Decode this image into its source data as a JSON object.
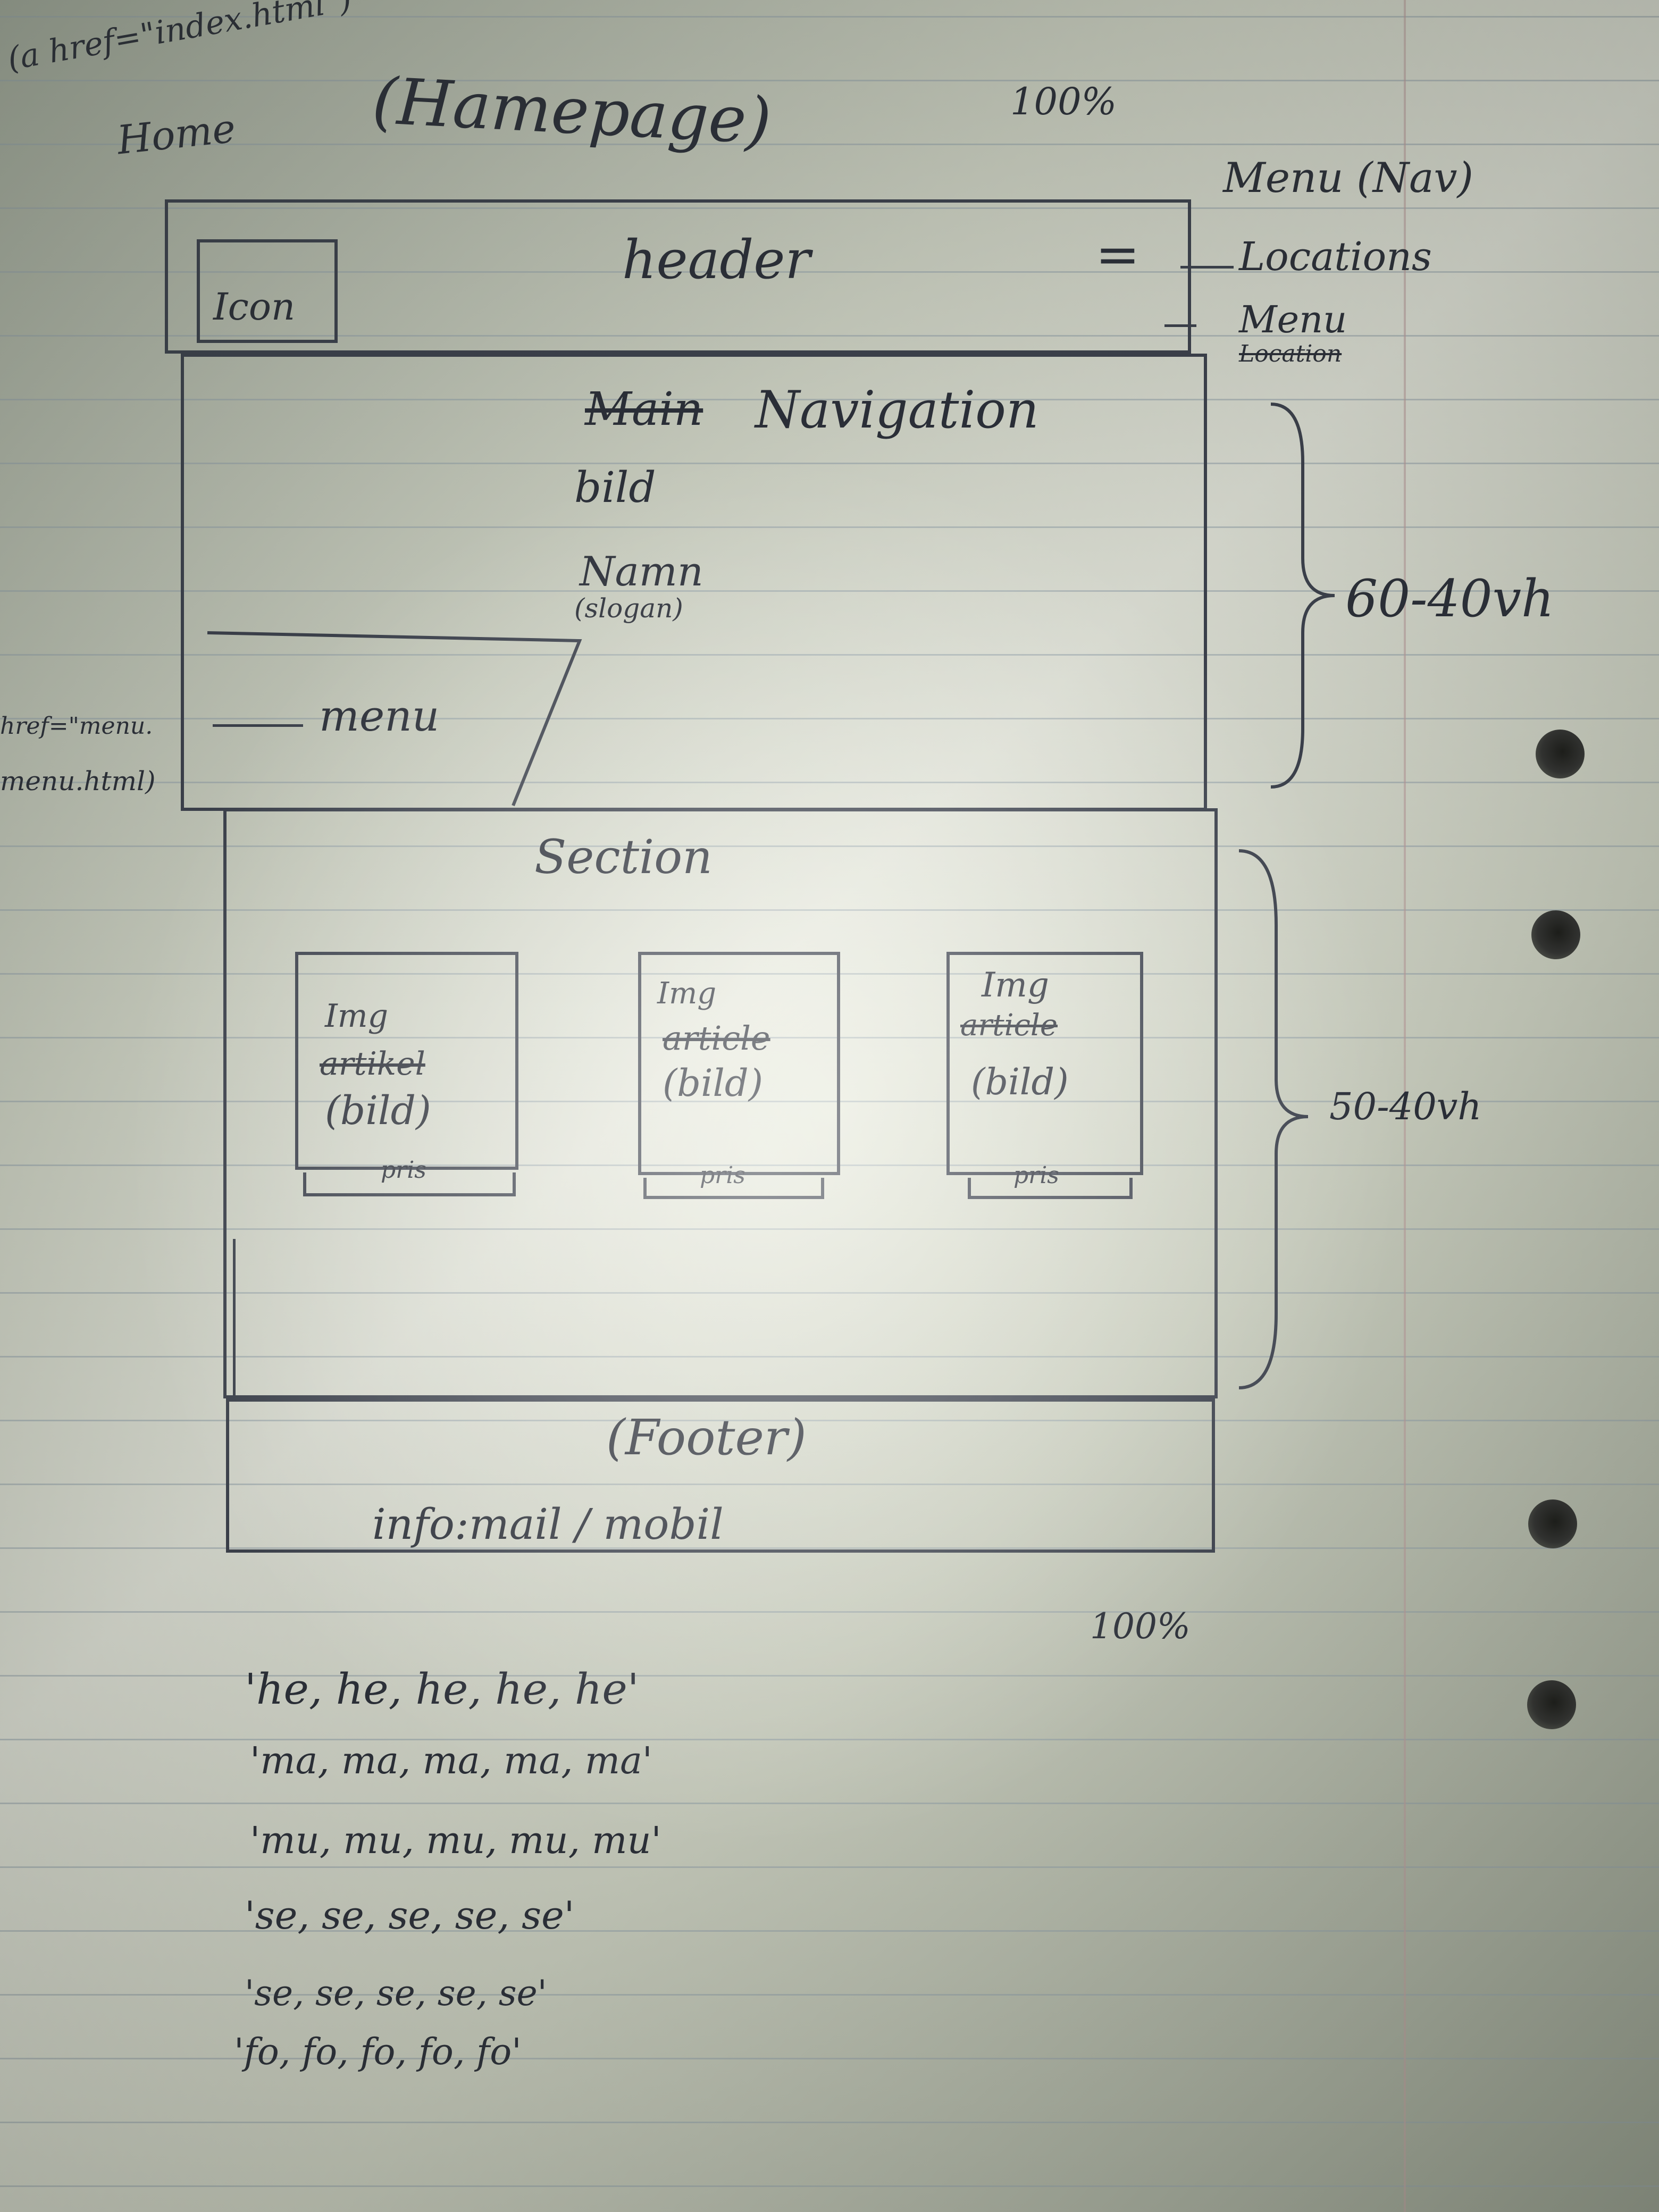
{
  "page": {
    "annotation_top_left": "(a href=\"index.html\")",
    "annotation_home": "Home",
    "title": "(Hamepage)",
    "width_top": "100%",
    "menu_nav": "Menu (Nav)",
    "locations": "Locations",
    "menu_side": "Menu",
    "locations_small": "Location"
  },
  "header": {
    "icon_label": "Icon",
    "label": "header",
    "hamburger": "="
  },
  "navigation": {
    "struck_word": "Main",
    "label": "Navigation",
    "bild": "bild",
    "name": "Namn",
    "slogan": "(slogan)",
    "menu_label": "menu",
    "annotation_href": "href=\"menu.",
    "annotation_file": "menu.html)",
    "height_note": "60-40vh"
  },
  "section": {
    "label": "Section",
    "height_note": "50-40vh",
    "cards": [
      {
        "line1": "Img",
        "line2": "artikel",
        "line3": "(bild)",
        "price": "pris"
      },
      {
        "line1": "Img",
        "line2": "article",
        "line3": "(bild)",
        "price": "pris"
      },
      {
        "line1": "Img",
        "line2": "article",
        "line3": "(bild)",
        "price": "pris"
      }
    ]
  },
  "footer": {
    "label": "(Footer)",
    "info": "info:mail / mobil",
    "width_note": "100%"
  },
  "notes": [
    "'he, he, he, he, he'",
    "'ma, ma, ma, ma, ma'",
    "'mu, mu, mu, mu, mu'",
    "'se, se, se, se, se'",
    "'se, se, se, se, se'",
    "'fo, fo, fo, fo, fo'"
  ]
}
